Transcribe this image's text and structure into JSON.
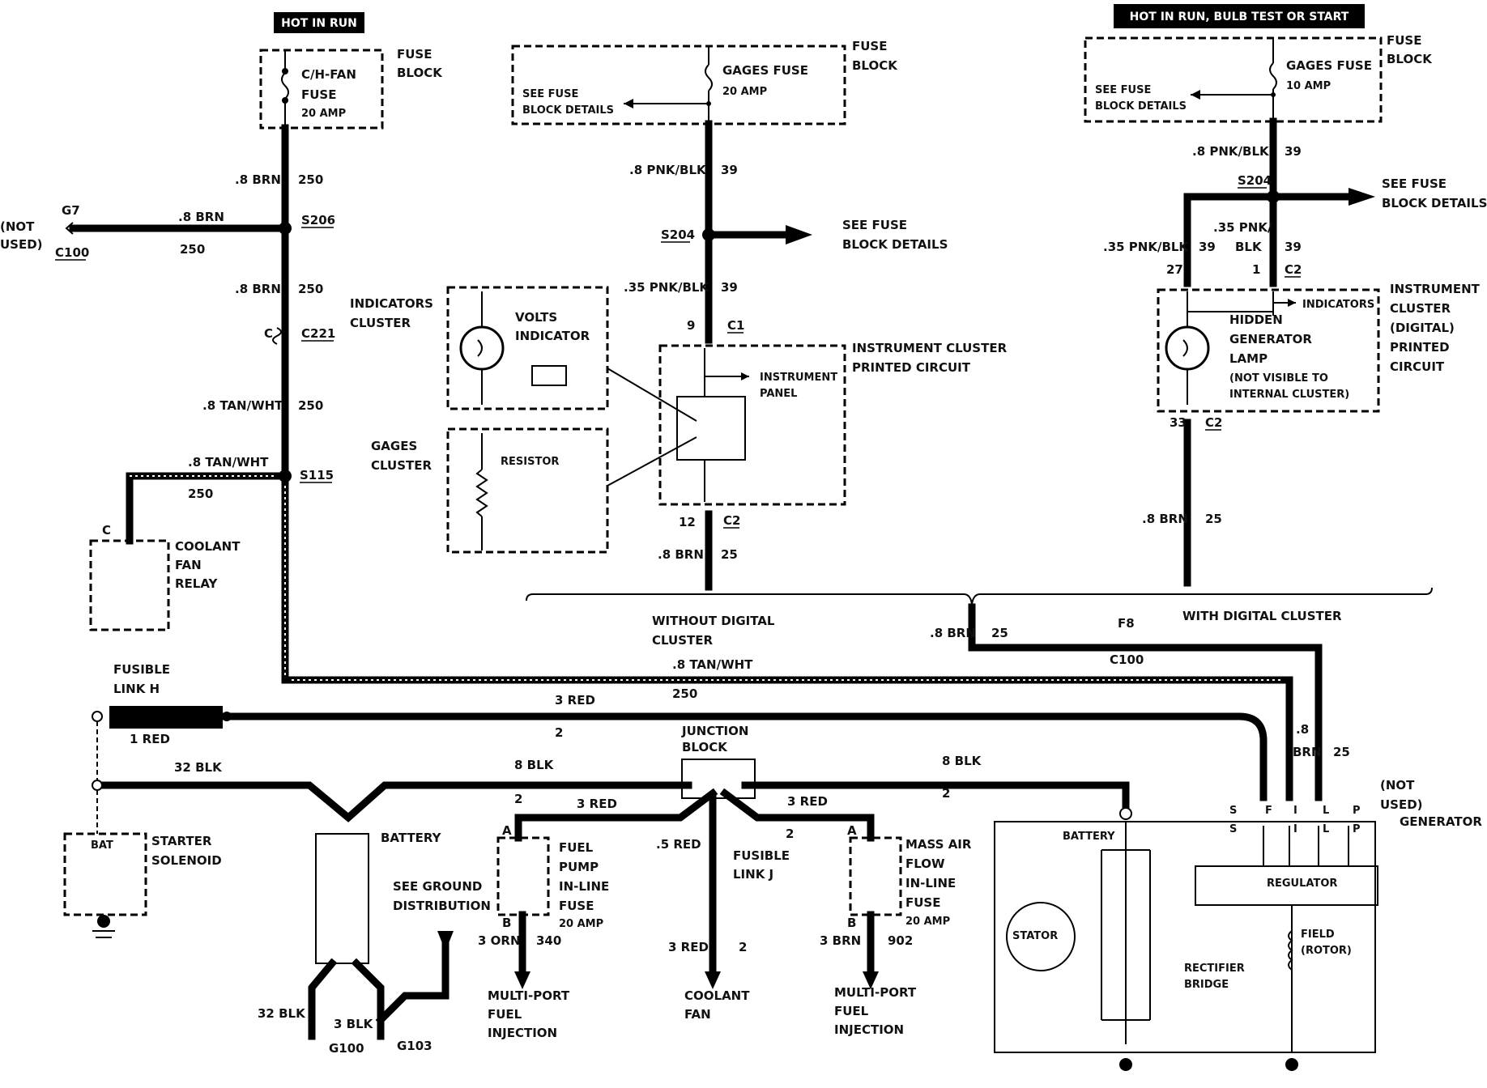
{
  "headers": {
    "left": "HOT IN RUN",
    "right": "HOT IN RUN, BULB TEST OR START"
  },
  "fuse_block_1": {
    "label1": "FUSE",
    "label2": "BLOCK",
    "fuse1": "C/H-FAN",
    "fuse2": "FUSE",
    "amp": "20 AMP"
  },
  "fuse_block_2": {
    "label1": "FUSE",
    "label2": "BLOCK",
    "fuse": "GAGES FUSE",
    "amp": "20 AMP",
    "see1": "SEE FUSE",
    "see2": "BLOCK DETAILS"
  },
  "fuse_block_3": {
    "label1": "FUSE",
    "label2": "BLOCK",
    "fuse": "GAGES FUSE",
    "amp": "10 AMP",
    "see1": "SEE FUSE",
    "see2": "BLOCK DETAILS"
  },
  "left_circuit": {
    "w1": ".8 BRN",
    "n1": "250",
    "g7": "G7",
    "not1": "(NOT",
    "not2": "USED)",
    "c100": "C100",
    "w2": ".8 BRN",
    "n2": "250",
    "s206": "S206",
    "w3": ".8 BRN",
    "n3": "250",
    "c": "C",
    "c221": "C221",
    "w4": ".8 TAN/WHT",
    "n4": "250",
    "w5": ".8 TAN/WHT",
    "n5": "250",
    "s115": "S115",
    "c2": "C",
    "relay1": "COOLANT",
    "relay2": "FAN",
    "relay3": "RELAY"
  },
  "clusters": {
    "ind1": "INDICATORS",
    "ind2": "CLUSTER",
    "volts1": "VOLTS",
    "volts2": "INDICATOR",
    "gages1": "GAGES",
    "gages2": "CLUSTER",
    "resistor": "RESISTOR"
  },
  "middle_circuit": {
    "w1": ".8 PNK/BLK",
    "n1": "39",
    "s204": "S204",
    "see1": "SEE FUSE",
    "see2": "BLOCK DETAILS",
    "w2": ".35 PNK/BLK",
    "n2": "39",
    "pin9": "9",
    "c1": "C1",
    "ic1": "INSTRUMENT CLUSTER",
    "ic2": "PRINTED CIRCUIT",
    "ip1": "INSTRUMENT",
    "ip2": "PANEL",
    "pin12": "12",
    "c2": "C2",
    "w3": ".8 BRN",
    "n3": "25",
    "without1": "WITHOUT DIGITAL",
    "without2": "CLUSTER"
  },
  "right_circuit": {
    "w1": ".8 PNK/BLK",
    "n1": "39",
    "s204": "S204",
    "see1": "SEE FUSE",
    "see2": "BLOCK DETAILS",
    "w2": ".35 PNK/BLK",
    "n2": "39",
    "w3a": ".35 PNK/",
    "w3b": "BLK",
    "n3": "39",
    "pin27": "27",
    "pin1": "1",
    "c2": "C2",
    "ind": "INDICATORS",
    "ic1": "INSTRUMENT",
    "ic2": "CLUSTER",
    "ic3": "(DIGITAL)",
    "ic4": "PRINTED",
    "ic5": "CIRCUIT",
    "hid1": "HIDDEN",
    "hid2": "GENERATOR",
    "hid3": "LAMP",
    "nv1": "(NOT VISIBLE TO",
    "nv2": "INTERNAL CLUSTER)",
    "pin33": "33",
    "c2b": "C2",
    "w4": ".8 BRN",
    "n4": "25",
    "with": "WITH DIGITAL CLUSTER"
  },
  "bottom": {
    "w_brn": ".8 BRN",
    "n_brn": "25",
    "f8": "F8",
    "c100": "C100",
    "w_tan": ".8 TAN/WHT",
    "n_tan": "250",
    "fl1": "FUSIBLE",
    "fl2": "LINK H",
    "red3": "3 RED",
    "red1": "1 RED",
    "n2a": "2",
    "blk32": "32 BLK",
    "blk8a": "8 BLK",
    "blk8b": "8 BLK",
    "n2b": "2",
    "n2c": "2",
    "jb1": "JUNCTION",
    "jb2": "BLOCK",
    "red3b": "3 RED",
    "red3c": "3 RED",
    "bat": "BAT",
    "ss1": "STARTER",
    "ss2": "SOLENOID",
    "battery": "BATTERY",
    "sg1": "SEE GROUND",
    "sg2": "DISTRIBUTION",
    "blk32b": "32 BLK",
    "blk3": "3 BLK",
    "g100": "G100",
    "g103": "G103",
    "pA1": "A",
    "pB1": "B",
    "fp1": "FUEL",
    "fp2": "PUMP",
    "fp3": "IN-LINE",
    "fp4": "FUSE",
    "fp5": "20 AMP",
    "orn": "3 ORN",
    "n340": "340",
    "mpf1": "MULTI-PORT",
    "mpf2": "FUEL",
    "mpf3": "INJECTION",
    "red5": ".5 RED",
    "flj1": "FUSIBLE",
    "flj2": "LINK J",
    "red3d": "3 RED",
    "n2d": "2",
    "cf1": "COOLANT",
    "cf2": "FAN",
    "pA2": "A",
    "pB2": "B",
    "n2e": "2",
    "maf1": "MASS AIR",
    "maf2": "FLOW",
    "maf3": "IN-LINE",
    "maf4": "FUSE",
    "maf5": "20 AMP",
    "brn3": "3 BRN",
    "n902": "902",
    "mpf4": "MULTI-PORT",
    "mpf5": "FUEL",
    "mpf6": "INJECTION"
  },
  "generator": {
    "title": "GENERATOR",
    "s": "S",
    "f": "F",
    "i": "I",
    "l": "L",
    "p": "P",
    "s2": "S",
    "i2": "I",
    "l2": "L",
    "p2": "P",
    "not1": "(NOT",
    "not2": "USED)",
    "battery": "BATTERY",
    "regulator": "REGULATOR",
    "stator": "STATOR",
    "field1": "FIELD",
    "field2": "(ROTOR)",
    "rect1": "RECTIFIER",
    "rect2": "BRIDGE",
    "w8": ".8",
    "brn": "BRN",
    "n25": "25"
  }
}
